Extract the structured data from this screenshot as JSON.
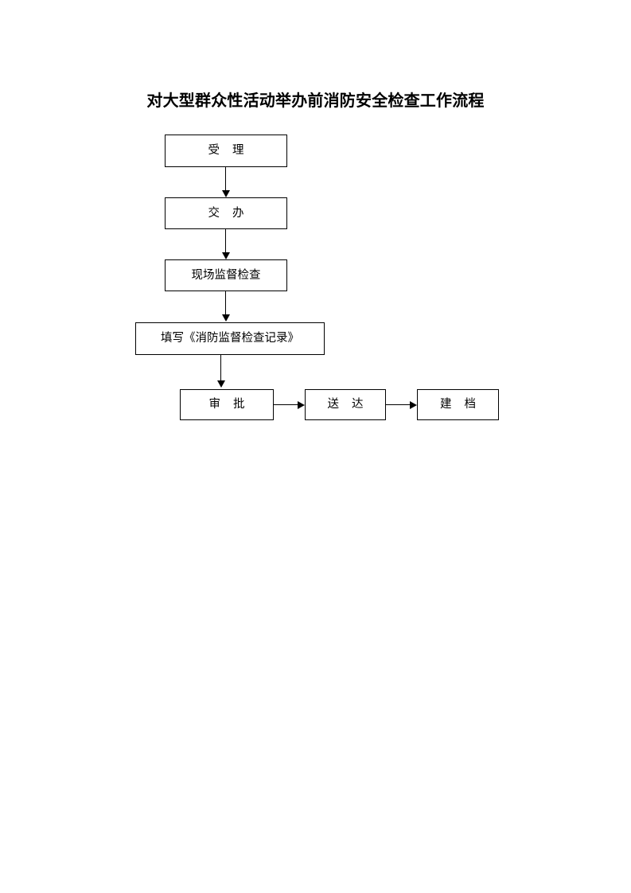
{
  "document": {
    "title": "对大型群众性活动举办前消防安全检查工作流程",
    "page_background": "#ffffff",
    "line_color": "#000000",
    "text_color": "#000000"
  },
  "flowchart": {
    "type": "process-flow",
    "orientation": "vertical-then-horizontal",
    "nodes": [
      {
        "id": "accept",
        "label": "受    理"
      },
      {
        "id": "assign",
        "label": "交    办"
      },
      {
        "id": "inspect",
        "label": "现场监督检查"
      },
      {
        "id": "record",
        "label": "填写《消防监督检查记录》"
      },
      {
        "id": "approve",
        "label": "审    批"
      },
      {
        "id": "deliver",
        "label": "送    达"
      },
      {
        "id": "archive",
        "label": "建    档"
      }
    ],
    "edges": [
      {
        "from": "accept",
        "to": "assign",
        "direction": "down"
      },
      {
        "from": "assign",
        "to": "inspect",
        "direction": "down"
      },
      {
        "from": "inspect",
        "to": "record",
        "direction": "down"
      },
      {
        "from": "record",
        "to": "approve",
        "direction": "down"
      },
      {
        "from": "approve",
        "to": "deliver",
        "direction": "right"
      },
      {
        "from": "deliver",
        "to": "archive",
        "direction": "right"
      }
    ]
  }
}
